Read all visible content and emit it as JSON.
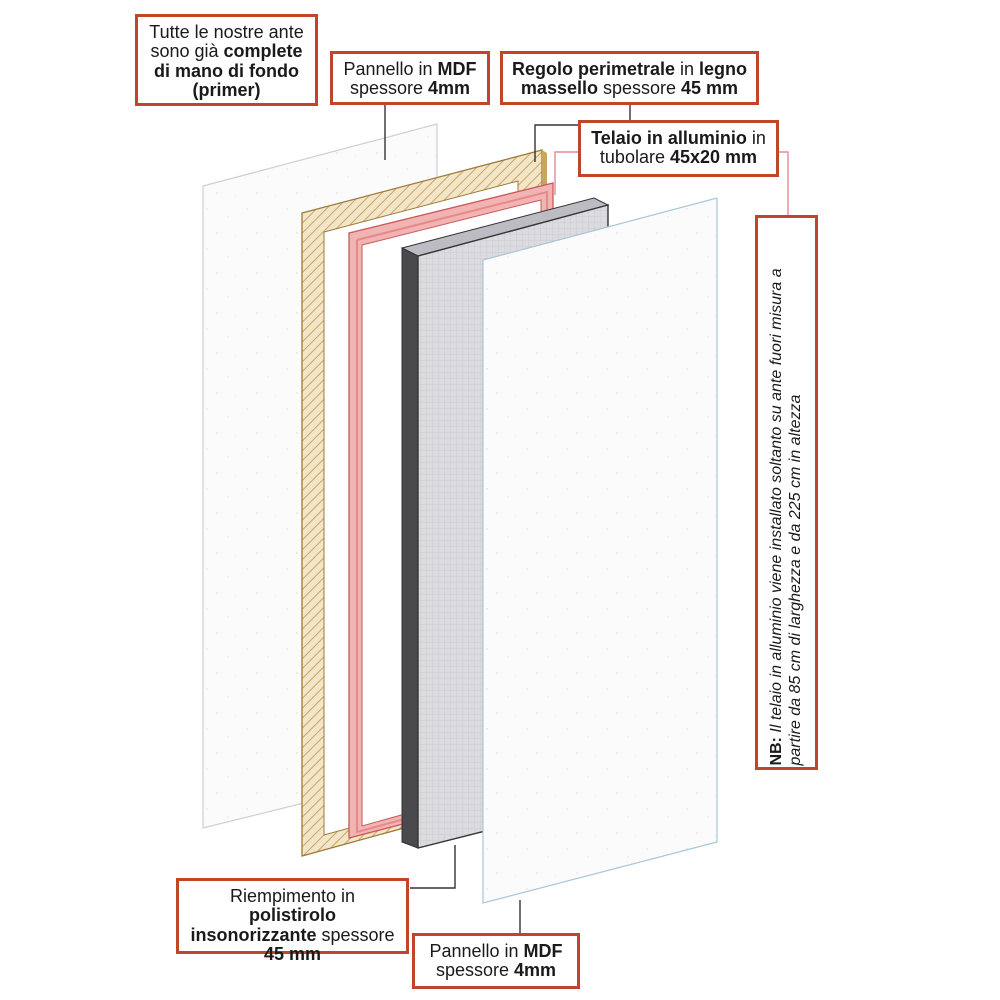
{
  "colors": {
    "callout_border": "#c0452a",
    "aluminium_frame": "#e58a8a",
    "wood_frame": "#d9b97a",
    "foam_fill": "#d7d7db",
    "leader_pink": "#e58a9a"
  },
  "callouts": {
    "primer": {
      "line1": "Tutte le nostre ante",
      "line2a": "sono già ",
      "line2b": "complete",
      "line3": "di mano di fondo",
      "line4": "(primer)"
    },
    "mdf_top": {
      "line1a": "Pannello in ",
      "line1b": "MDF",
      "line2a": "spessore ",
      "line2b": "4mm"
    },
    "wood": {
      "line1a": "Regolo perimetrale",
      "line1b": " in ",
      "line1c": "legno",
      "line2a": "massello",
      "line2b": " spessore ",
      "line2c": "45 mm"
    },
    "aluminium": {
      "line1a": "Telaio in alluminio",
      "line1b": " in",
      "line2a": "tubolare ",
      "line2b": "45x20 mm"
    },
    "foam": {
      "line1a": "Riempimento in ",
      "line1b": "polistirolo",
      "line2a": "insonorizzante",
      "line2b": " spessore",
      "line3": "45 mm"
    },
    "mdf_bottom": {
      "line1a": "Pannello in ",
      "line1b": "MDF",
      "line2a": "spessore ",
      "line2b": "4mm"
    }
  },
  "note": {
    "label": "NB:",
    "text": " Il telaio in alluminio viene installato soltanto su ante fuori misura a partire da 85 cm di larghezza e da 225 cm in altezza"
  }
}
